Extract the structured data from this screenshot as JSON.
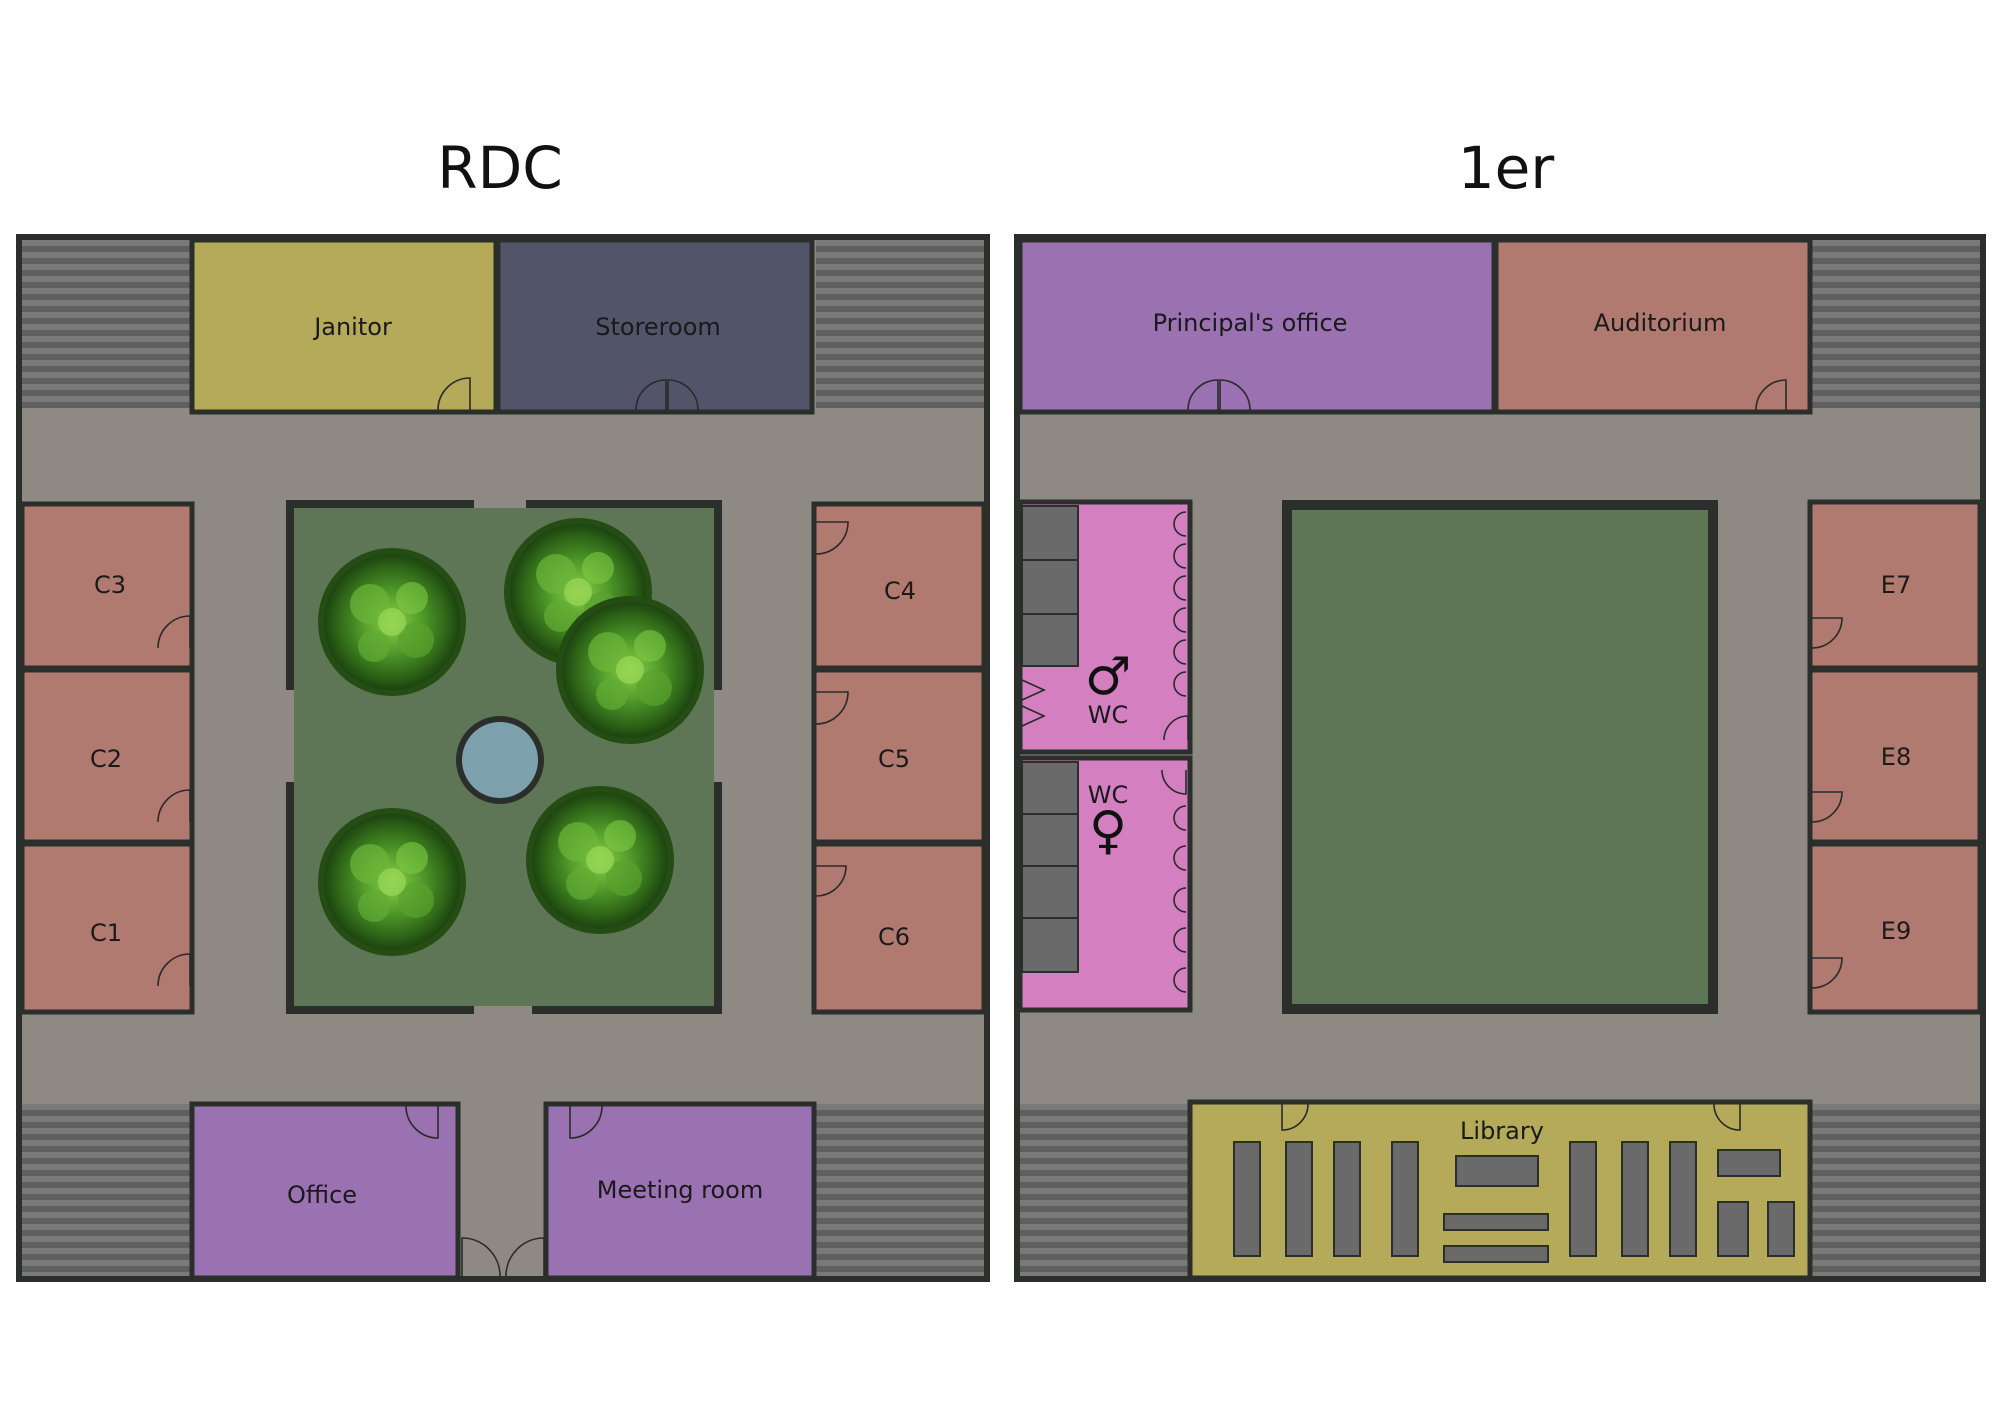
{
  "floors": [
    {
      "title": "RDC",
      "rooms": {
        "janitor": "Janitor",
        "storeroom": "Storeroom",
        "c1": "C1",
        "c2": "C2",
        "c3": "C3",
        "c4": "C4",
        "c5": "C5",
        "c6": "C6",
        "office": "Office",
        "meeting_room": "Meeting room"
      }
    },
    {
      "title": "1er",
      "rooms": {
        "principals_office": "Principal's office",
        "auditorium": "Auditorium",
        "e7": "E7",
        "e8": "E8",
        "e9": "E9",
        "wc_men": "WC",
        "wc_women": "WC",
        "library": "Library"
      },
      "symbols": {
        "male": "♂",
        "female": "♀"
      }
    }
  ],
  "colors": {
    "wall": "#2b2f2b",
    "corridor": "#8e8983",
    "classroom": "#b17a71",
    "office": "#9a72b2",
    "janitor": "#b5a95a",
    "storeroom": "#52546a",
    "courtyard": "#5e7655",
    "stairs": "#6a6a6a",
    "wc": "#d37fc0",
    "library": "#b5a95a",
    "pool": "#7da1ad",
    "tree": "#3f7a22"
  }
}
